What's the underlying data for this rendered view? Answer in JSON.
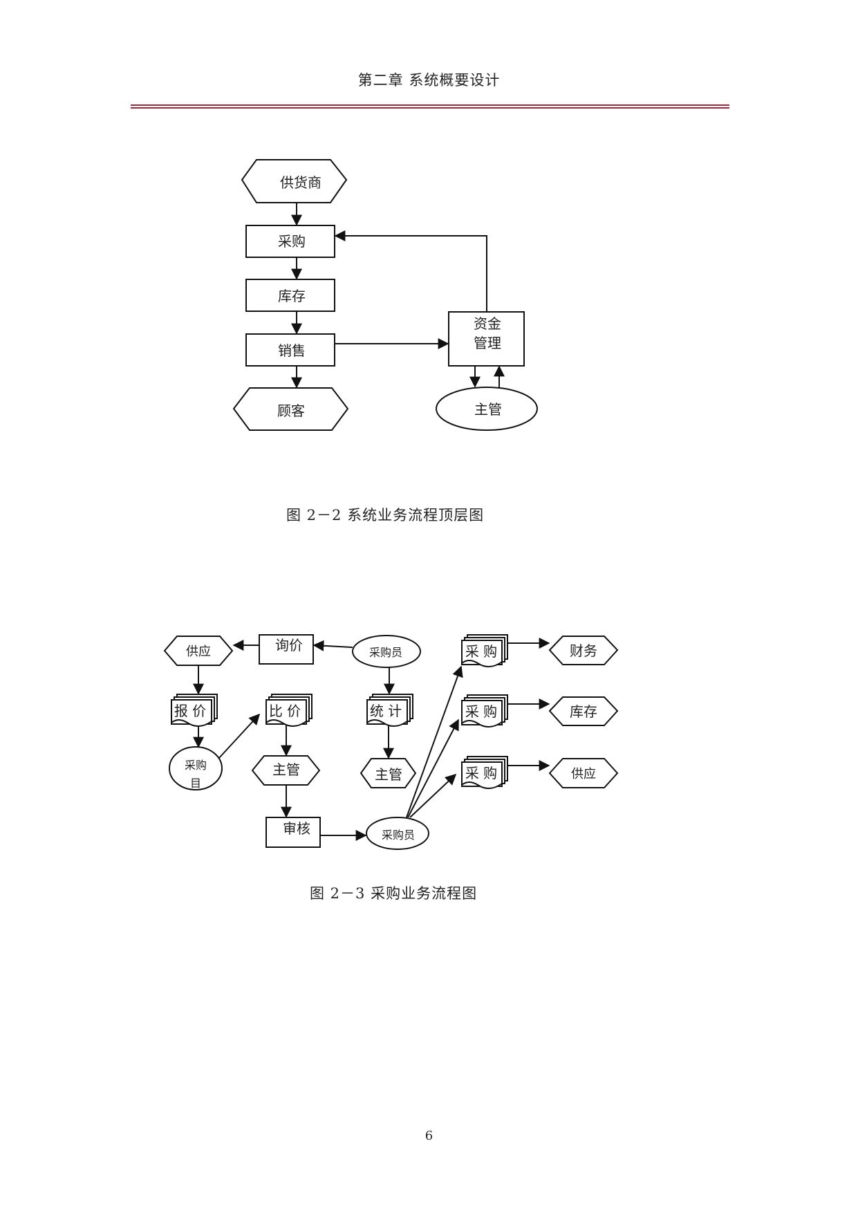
{
  "header": {
    "title": "第二章  系统概要设计"
  },
  "diagram1": {
    "caption": "图 2－2   系统业务流程顶层图",
    "nodes": {
      "supplier": "供货商",
      "purchase": "采购",
      "inventory": "库存",
      "sales": "销售",
      "customer": "顾客",
      "fund_line1": "资金",
      "fund_line2": "管理",
      "manager": "主管"
    }
  },
  "diagram2": {
    "caption": "图 2－3   采购业务流程图",
    "nodes": {
      "supplier_left": "供应",
      "inquiry": "询价",
      "buyer_top": "采购员",
      "quote": "报  价",
      "compare": "比  价",
      "stats": "统  计",
      "buyer_left_line1": "采购",
      "buyer_left_line2": "目",
      "manager_mid": "主管",
      "manager_right": "主管",
      "review": "审核",
      "buyer_bottom": "采购员",
      "doc1": "采  购",
      "doc2": "采  购",
      "doc3": "采  购",
      "finance": "财务",
      "inventory": "库存",
      "supplier_right": "供应"
    }
  },
  "footer": {
    "page_number": "6"
  }
}
